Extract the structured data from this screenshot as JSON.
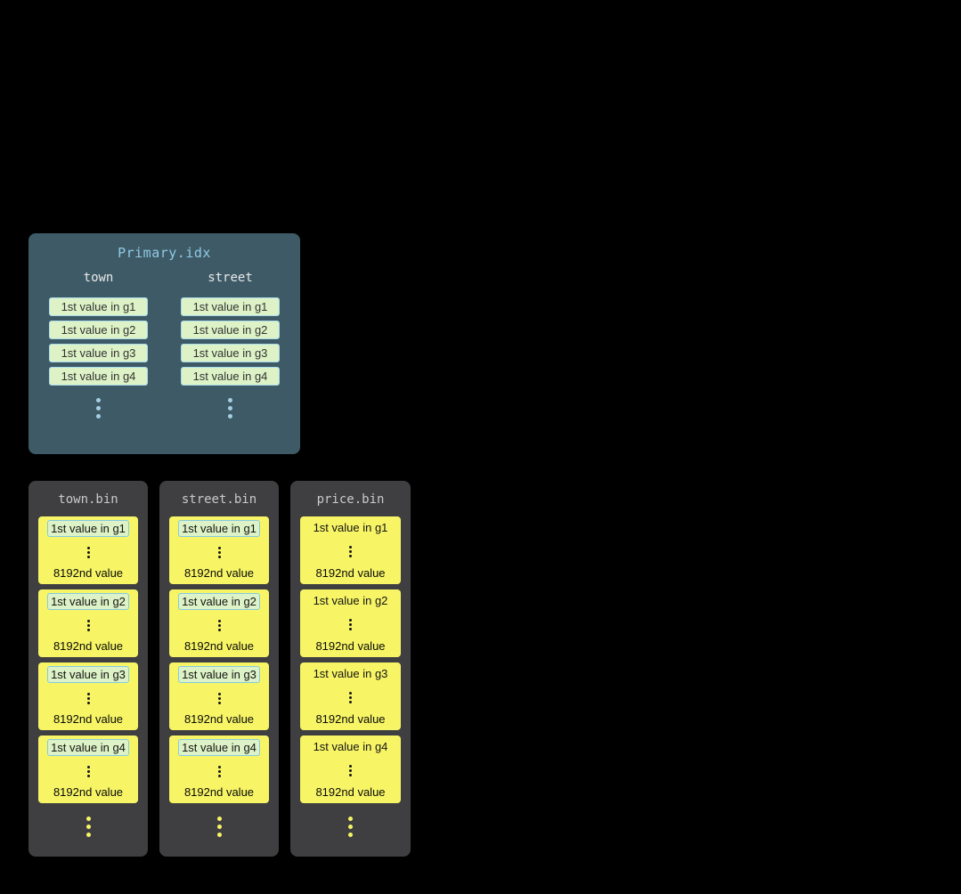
{
  "colors": {
    "background": "#000000",
    "primary_panel_bg": "#3e5a66",
    "primary_title_text": "#8fcbe4",
    "column_header_text": "#e9e9e9",
    "highlight_chip_bg": "#ddf2c6",
    "highlight_chip_border": "#a9dcec",
    "chip_text": "#333333",
    "blue_dots": "#a5cfe2",
    "bin_panel_bg": "#3f3f41",
    "bin_title_text": "#c9c9c9",
    "granule_bg": "#f7f566",
    "granule_text": "#0a0a0a",
    "yellow_dots": "#f7f566"
  },
  "primary_index": {
    "title": "Primary.idx",
    "columns": [
      {
        "name": "town",
        "marks": [
          "1st value in g1",
          "1st value in g2",
          "1st value in g3",
          "1st value in g4"
        ]
      },
      {
        "name": "street",
        "marks": [
          "1st value in g1",
          "1st value in g2",
          "1st value in g3",
          "1st value in g4"
        ]
      }
    ]
  },
  "bin_files": [
    {
      "title": "town.bin",
      "first_value_highlighted": true,
      "granules": [
        {
          "first": "1st value in g1",
          "last": "8192nd value"
        },
        {
          "first": "1st value in g2",
          "last": "8192nd value"
        },
        {
          "first": "1st value in g3",
          "last": "8192nd value"
        },
        {
          "first": "1st value in g4",
          "last": "8192nd value"
        }
      ]
    },
    {
      "title": "street.bin",
      "first_value_highlighted": true,
      "granules": [
        {
          "first": "1st value in g1",
          "last": "8192nd value"
        },
        {
          "first": "1st value in g2",
          "last": "8192nd value"
        },
        {
          "first": "1st value in g3",
          "last": "8192nd value"
        },
        {
          "first": "1st value in g4",
          "last": "8192nd value"
        }
      ]
    },
    {
      "title": "price.bin",
      "first_value_highlighted": false,
      "granules": [
        {
          "first": "1st value in g1",
          "last": "8192nd value"
        },
        {
          "first": "1st value in g2",
          "last": "8192nd value"
        },
        {
          "first": "1st value in g3",
          "last": "8192nd value"
        },
        {
          "first": "1st value in g4",
          "last": "8192nd value"
        }
      ]
    }
  ]
}
